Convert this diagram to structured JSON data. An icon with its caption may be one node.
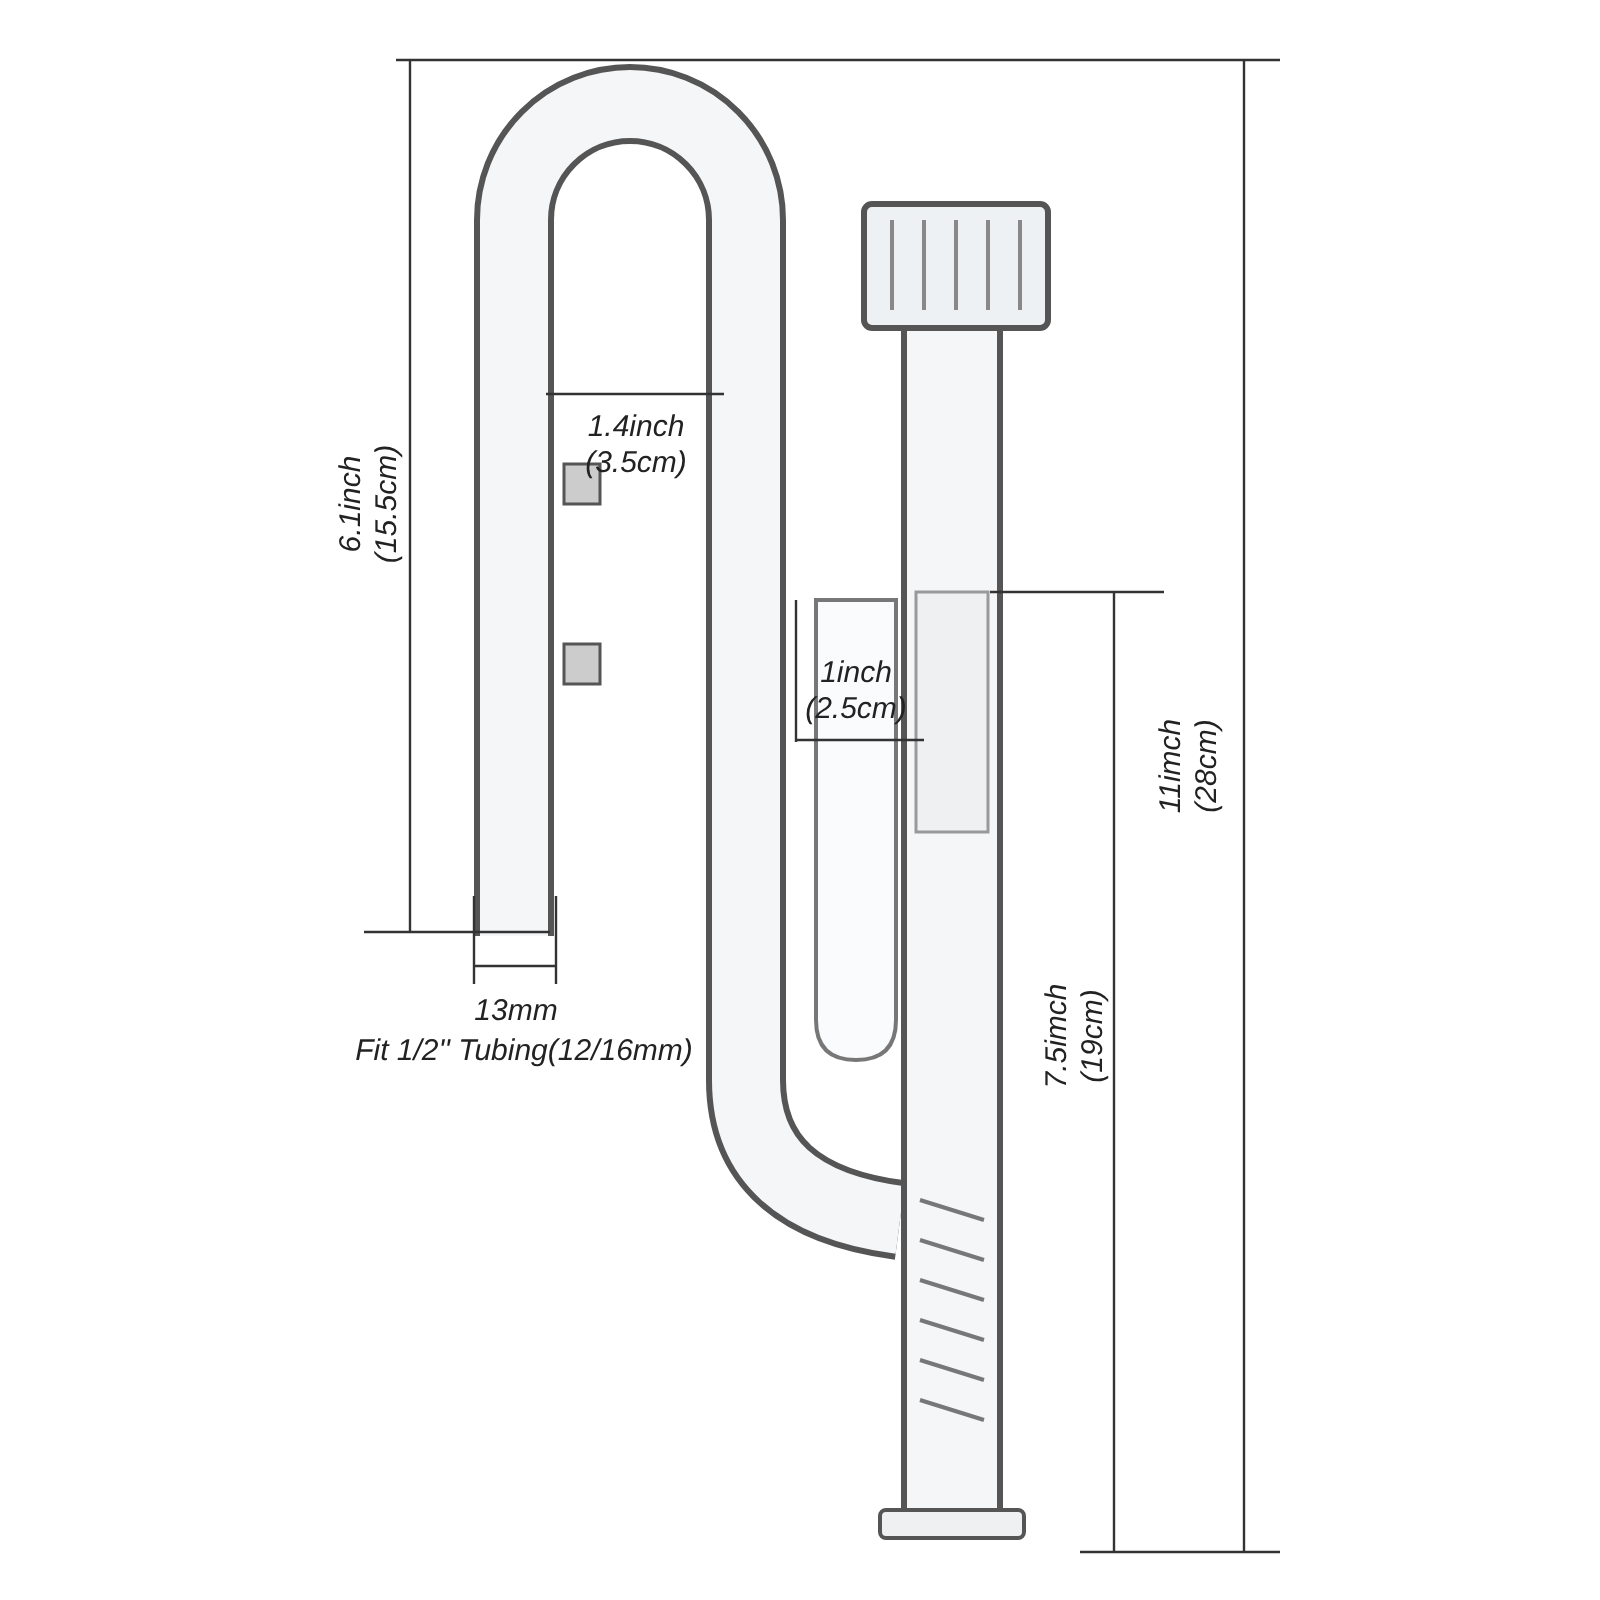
{
  "diagram": {
    "labels": [
      "6.1inch (15.5cm)",
      "1.4inch (3.5cm)",
      "1inch (2.5cm)",
      "11imch (28cm)",
      "7.5imch (19cm)",
      "13mm",
      "Fit 1/2'' Tubing(12/16mm)"
    ]
  }
}
